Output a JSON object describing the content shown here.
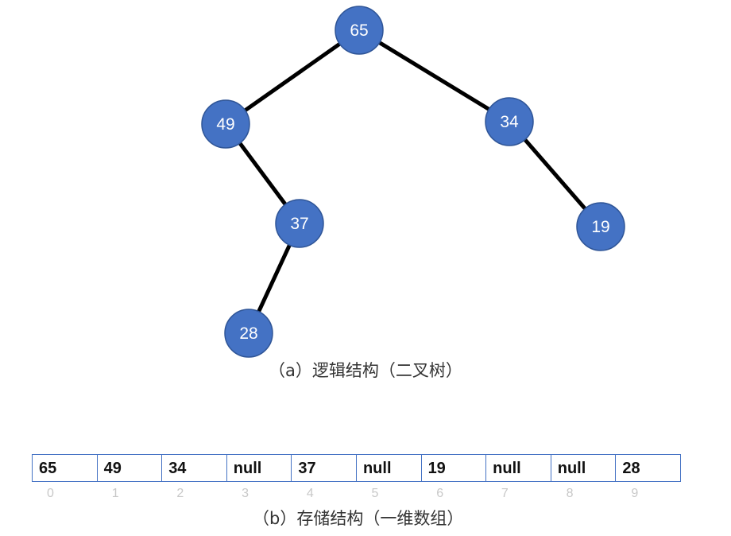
{
  "tree": {
    "caption": "（a）逻辑结构（二叉树）",
    "node_color": "#4472c4",
    "edge_color": "#000000",
    "nodes": [
      {
        "id": "n65",
        "label": "65"
      },
      {
        "id": "n49",
        "label": "49"
      },
      {
        "id": "n34",
        "label": "34"
      },
      {
        "id": "n37",
        "label": "37"
      },
      {
        "id": "n19",
        "label": "19"
      },
      {
        "id": "n28",
        "label": "28"
      }
    ],
    "edges": [
      {
        "from": "n65",
        "to": "n49"
      },
      {
        "from": "n65",
        "to": "n34"
      },
      {
        "from": "n49",
        "to": "n37"
      },
      {
        "from": "n34",
        "to": "n19"
      },
      {
        "from": "n37",
        "to": "n28"
      }
    ]
  },
  "array": {
    "caption": "（b）存储结构（一维数组）",
    "border_color": "#4472c4",
    "cells": [
      "65",
      "49",
      "34",
      "null",
      "37",
      "null",
      "19",
      "null",
      "null",
      "28"
    ],
    "indices": [
      "0",
      "1",
      "2",
      "3",
      "4",
      "5",
      "6",
      "7",
      "8",
      "9"
    ]
  }
}
